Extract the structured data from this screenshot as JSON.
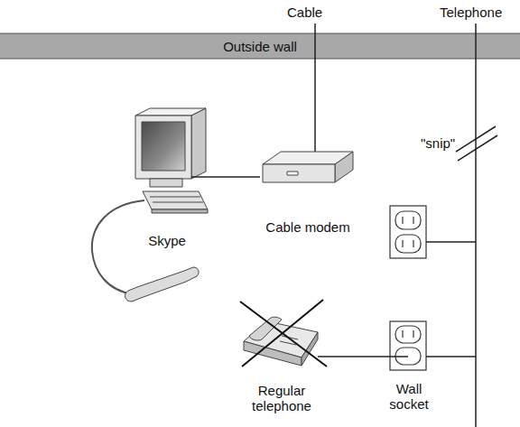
{
  "diagram": {
    "nodes": [
      {
        "text": [
          "Outside wall"
        ]
      },
      {
        "text": [
          "Skype"
        ]
      },
      {
        "text": [
          "Cable modem"
        ]
      },
      {
        "text": [
          "Regular telephone"
        ]
      },
      {
        "text": [
          "Wall socket"
        ]
      }
    ],
    "edges": [
      {
        "from": 1,
        "to": 2,
        "arrow": "none"
      },
      {
        "from": 3,
        "to": 4,
        "arrow": "none"
      }
    ],
    "labels": [
      "Cable",
      "Telephone",
      "\"snip\""
    ]
  }
}
